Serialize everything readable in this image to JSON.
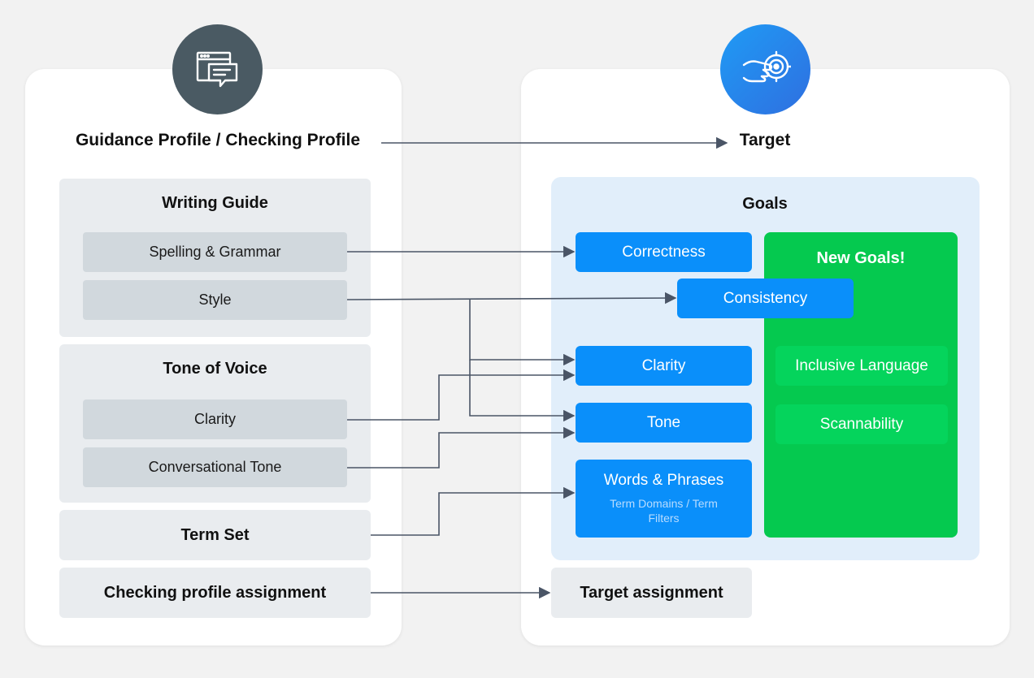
{
  "left": {
    "title": "Guidance Profile / Checking Profile",
    "icon": "chat-window-icon",
    "writing_guide": {
      "title": "Writing Guide",
      "items": [
        "Spelling & Grammar",
        "Style"
      ]
    },
    "tone_of_voice": {
      "title": "Tone of Voice",
      "items": [
        "Clarity",
        "Conversational Tone"
      ]
    },
    "term_set": "Term Set",
    "assignment": "Checking profile assignment"
  },
  "right": {
    "title": "Target",
    "icon": "target-hand-icon",
    "goals": {
      "title": "Goals",
      "correctness": "Correctness",
      "consistency": "Consistency",
      "clarity": "Clarity",
      "tone": "Tone",
      "words_phrases": "Words & Phrases",
      "words_phrases_sub": "Term Domains / Term Filters"
    },
    "new_goals": {
      "title": "New Goals!",
      "items": [
        "Inclusive Language",
        "Scannability"
      ]
    },
    "assignment": "Target assignment"
  },
  "colors": {
    "background": "#f2f2f2",
    "left_icon_circle": "#4a5a63",
    "right_icon_circle": "#2b7de9",
    "goal_blue": "#0a8ffa",
    "new_goal_green": "#05d45c",
    "goals_area": "#e1eefa",
    "connector": "#4a5566"
  }
}
